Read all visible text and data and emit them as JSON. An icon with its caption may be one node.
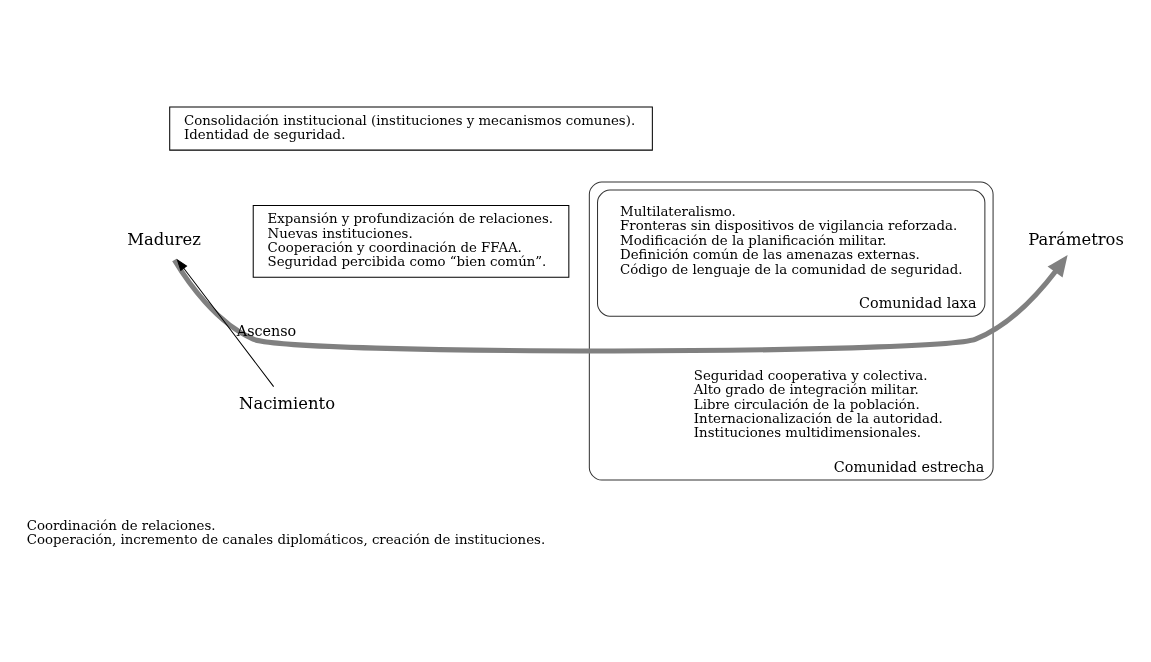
{
  "diagram": {
    "nodes": [
      {
        "text": [
          "Madurez"
        ]
      },
      {
        "text": [
          "Parámetros"
        ]
      },
      {
        "text": [
          "Consolidación institucional (instituciones y mecanismos comunes).",
          "Identidad de seguridad."
        ]
      },
      {
        "text": [
          "Expansión y profundización de relaciones.",
          "Nuevas instituciones.",
          "Cooperación y coordinación de FFAA.",
          "Seguridad percibida como “bien común”."
        ]
      },
      {
        "text": [
          "Nacimiento"
        ]
      },
      {
        "text": [
          "Comunidad estrecha"
        ]
      },
      {
        "text": [
          "Comunidad laxa"
        ],
        "in": 5
      },
      {
        "text": [
          "Multilateralismo.",
          "Fronteras sin dispositivos de vigilancia reforzada.",
          "Modificación de la planificación militar.",
          "Definición común de las amenazas externas.",
          "Código de lenguaje de la comunidad de seguridad."
        ],
        "in": 6
      },
      {
        "text": [
          "Seguridad cooperativa y colectiva.",
          "Alto grado de integración militar.",
          "Libre circulación de la población.",
          "Internacionalización de la autoridad.",
          "Instituciones multidimensionales."
        ],
        "in": 5
      }
    ],
    "edges": [
      {
        "from": 0,
        "to": 1,
        "arrow": "to",
        "style": "thick",
        "color": "#808080"
      },
      {
        "from": 4,
        "to": 0,
        "arrow": "to",
        "label": "Ascenso",
        "color": "#000000"
      }
    ],
    "labels": [
      "Coordinación de relaciones.",
      "Cooperación, incremento de canales diplomáticos, creación de instituciones."
    ]
  }
}
